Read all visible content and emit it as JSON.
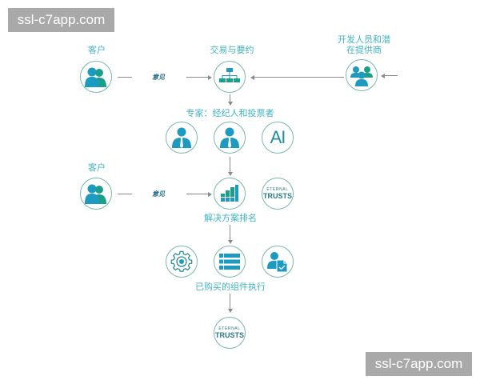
{
  "watermarks": {
    "top": "ssl-c7app.com",
    "bottom": "ssl-c7app.com"
  },
  "colors": {
    "accent_blue": "#1c9ac0",
    "accent_green": "#1aa08a",
    "label_text": "#3fb3c2",
    "circle_border": "#7ab7ae",
    "connector": "#8a8a8a",
    "watermark_bg": "#a9a9a9"
  },
  "row1": {
    "client_label": "客户",
    "feedback_label": "意见",
    "trade_label": "交易与要约",
    "developers_label_line1": "开发人员和潜",
    "developers_label_line2": "在提供商",
    "nodes": [
      {
        "id": "client",
        "icon": "users-pair-icon"
      },
      {
        "id": "trade",
        "icon": "hierarchy-org-chart-icon"
      },
      {
        "id": "developers",
        "icon": "user-group-icon"
      }
    ]
  },
  "row2": {
    "experts_label": "专家：经纪人和投票者",
    "nodes": [
      {
        "id": "broker",
        "icon": "businessman-icon"
      },
      {
        "id": "voter",
        "icon": "businessman-icon"
      },
      {
        "id": "ai",
        "icon": "ai-text-icon",
        "text": "AI"
      }
    ]
  },
  "row3": {
    "client_label": "客户",
    "feedback_label": "意见",
    "ranking_label": "解决方案排名",
    "nodes": [
      {
        "id": "client2",
        "icon": "users-pair-icon"
      },
      {
        "id": "ranking",
        "icon": "bar-chart-icon"
      },
      {
        "id": "eternal_trusts",
        "icon": "eternal-trusts-logo",
        "line1": "ETERNAL",
        "line2": "TRUSTS"
      }
    ]
  },
  "row4": {
    "execution_label": "已购买的组件执行",
    "nodes": [
      {
        "id": "gear",
        "icon": "gear-icon"
      },
      {
        "id": "list",
        "icon": "list-icon"
      },
      {
        "id": "user_doc",
        "icon": "user-document-check-icon"
      }
    ]
  },
  "row5": {
    "nodes": [
      {
        "id": "eternal_trusts_final",
        "icon": "eternal-trusts-logo",
        "line1": "ETERNAL",
        "line2": "TRUSTS"
      }
    ]
  }
}
